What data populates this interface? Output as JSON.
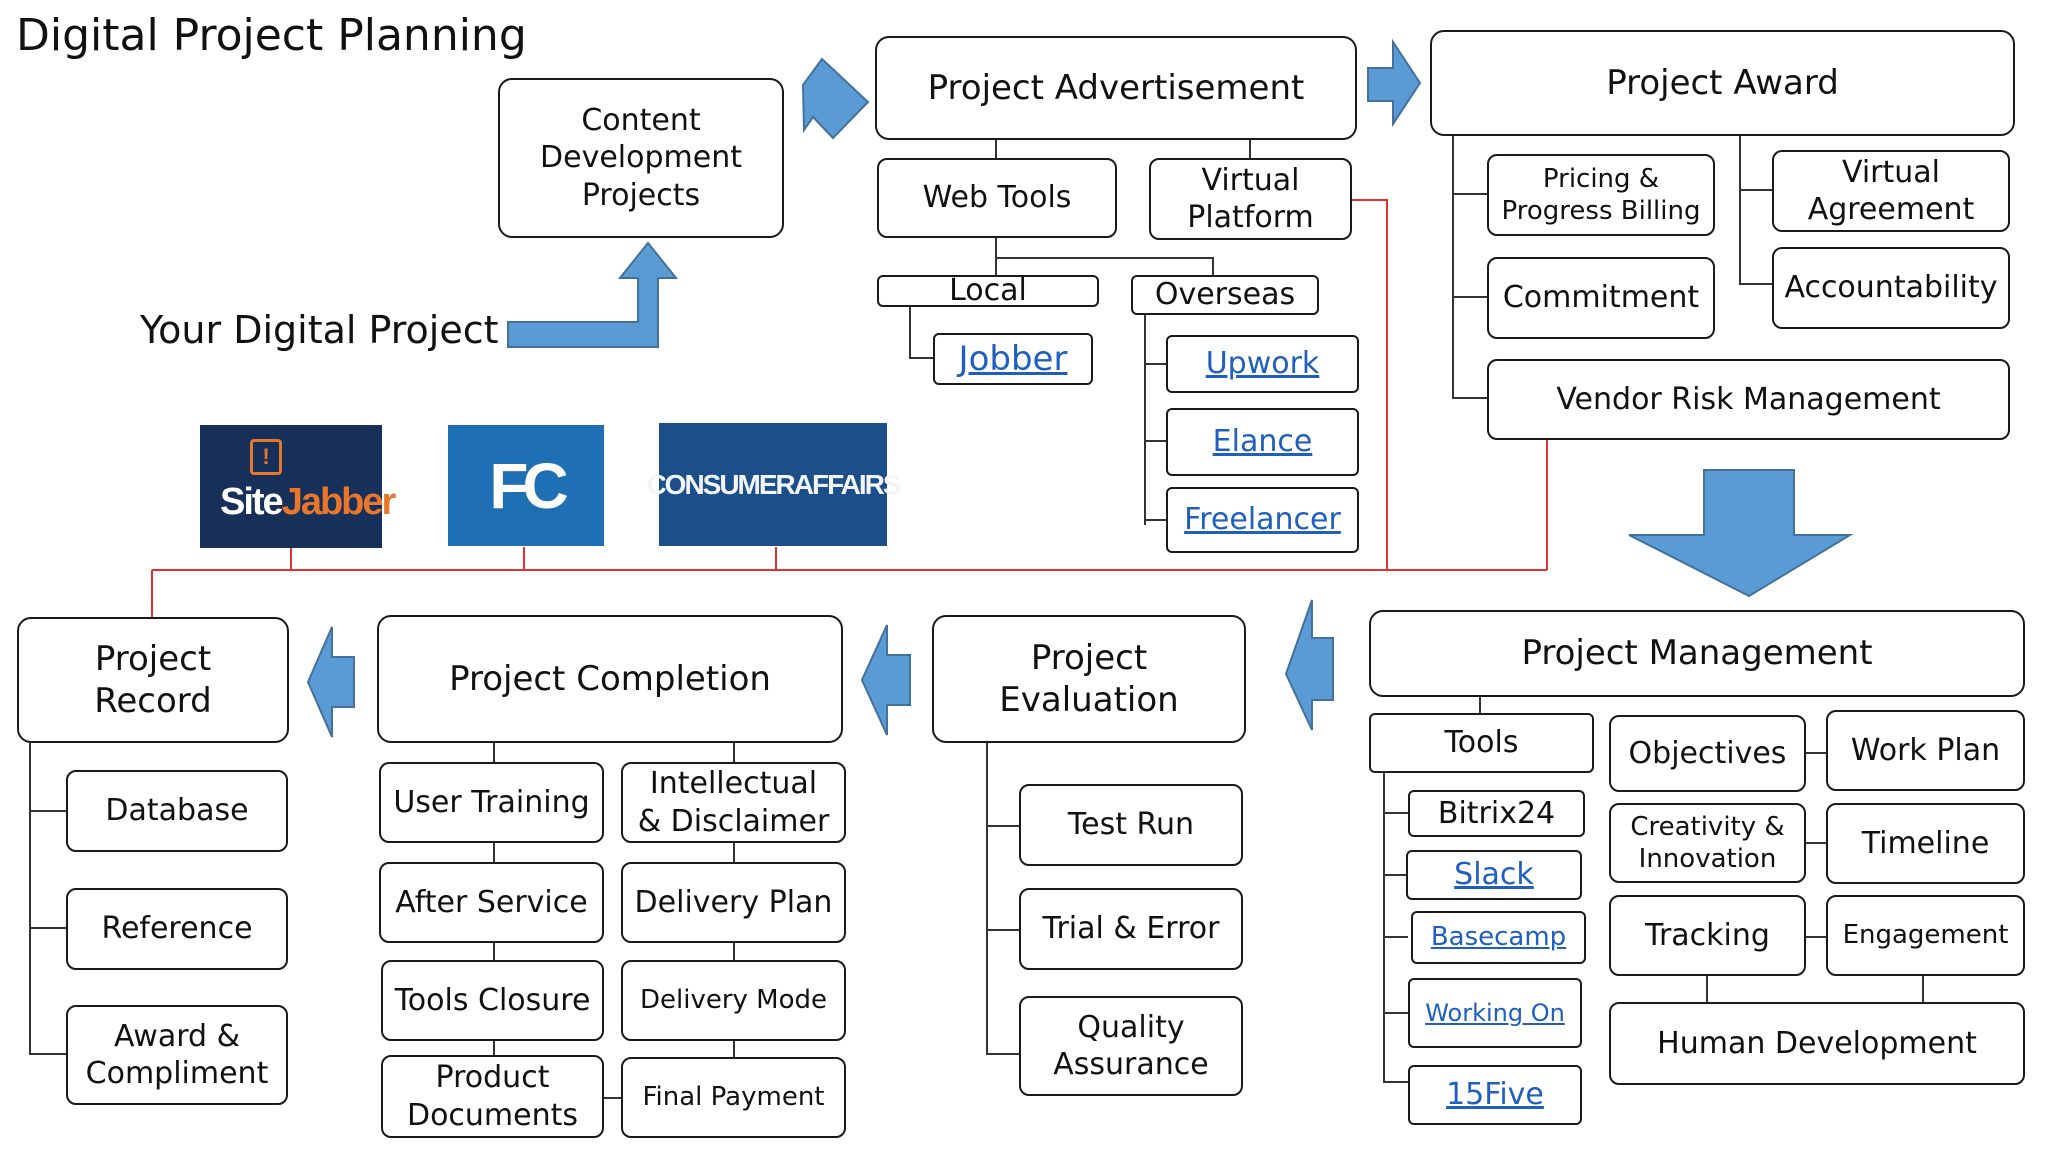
{
  "title": "Digital Project Planning",
  "your_project": "Your Digital Project",
  "colors": {
    "arrow": "#5b9bd5",
    "arrow_border": "#41719c",
    "red_line": "#e03030",
    "link": "#1f5fbf",
    "box_border": "#1a1a1a"
  },
  "logos": {
    "sitejabber": {
      "site": "Site",
      "jabber": "Jabber",
      "badge": "!",
      "bg": "#16305a",
      "accent": "#e8762b"
    },
    "fcc": {
      "text": "FC",
      "bg": "#1f6fb5"
    },
    "consumeraffairs": {
      "text": "CONSUMERAFFAIRS",
      "bg": "#1c4e8a"
    }
  },
  "boxes": {
    "content_dev": {
      "l1": "Content",
      "l2": "Development",
      "l3": "Projects"
    },
    "advertisement": {
      "label": "Project Advertisement"
    },
    "web_tools": {
      "label": "Web Tools"
    },
    "virtual_platform": {
      "l1": "Virtual",
      "l2": "Platform"
    },
    "local": {
      "label": "Local"
    },
    "overseas": {
      "label": "Overseas"
    },
    "jobber": {
      "label": "Jobber"
    },
    "upwork": {
      "label": "Upwork"
    },
    "elance": {
      "label": "Elance"
    },
    "freelancer": {
      "label": "Freelancer"
    },
    "award": {
      "label": "Project Award"
    },
    "pricing": {
      "l1": "Pricing &",
      "l2": "Progress Billing"
    },
    "virtual_agreement": {
      "l1": "Virtual",
      "l2": "Agreement"
    },
    "commitment": {
      "label": "Commitment"
    },
    "accountability": {
      "label": "Accountability"
    },
    "vendor_risk": {
      "label": "Vendor Risk Management"
    },
    "management": {
      "label": "Project Management"
    },
    "tools": {
      "label": "Tools"
    },
    "objectives": {
      "label": "Objectives"
    },
    "work_plan": {
      "label": "Work Plan"
    },
    "bitrix": {
      "label": "Bitrix24"
    },
    "slack": {
      "label": "Slack"
    },
    "basecamp": {
      "label": "Basecamp"
    },
    "working_on": {
      "label": "Working On"
    },
    "fifteen_five": {
      "label": "15Five"
    },
    "creativity": {
      "l1": "Creativity &",
      "l2": "Innovation"
    },
    "timeline": {
      "label": "Timeline"
    },
    "tracking": {
      "label": "Tracking"
    },
    "engagement": {
      "label": "Engagement"
    },
    "human_dev": {
      "label": "Human Development"
    },
    "evaluation": {
      "l1": "Project",
      "l2": "Evaluation"
    },
    "test_run": {
      "label": "Test Run"
    },
    "trial_error": {
      "label": "Trial & Error"
    },
    "quality": {
      "l1": "Quality",
      "l2": "Assurance"
    },
    "completion": {
      "label": "Project Completion"
    },
    "user_training": {
      "label": "User Training"
    },
    "intellectual": {
      "l1": "Intellectual",
      "l2": "& Disclaimer"
    },
    "after_service": {
      "label": "After Service"
    },
    "delivery_plan": {
      "label": "Delivery Plan"
    },
    "tools_closure": {
      "label": "Tools Closure"
    },
    "delivery_mode": {
      "label": "Delivery Mode"
    },
    "product_docs": {
      "l1": "Product",
      "l2": "Documents"
    },
    "final_payment": {
      "label": "Final Payment"
    },
    "record": {
      "l1": "Project",
      "l2": "Record"
    },
    "database": {
      "label": "Database"
    },
    "reference": {
      "label": "Reference"
    },
    "award_compliment": {
      "l1": "Award &",
      "l2": "Compliment"
    }
  }
}
